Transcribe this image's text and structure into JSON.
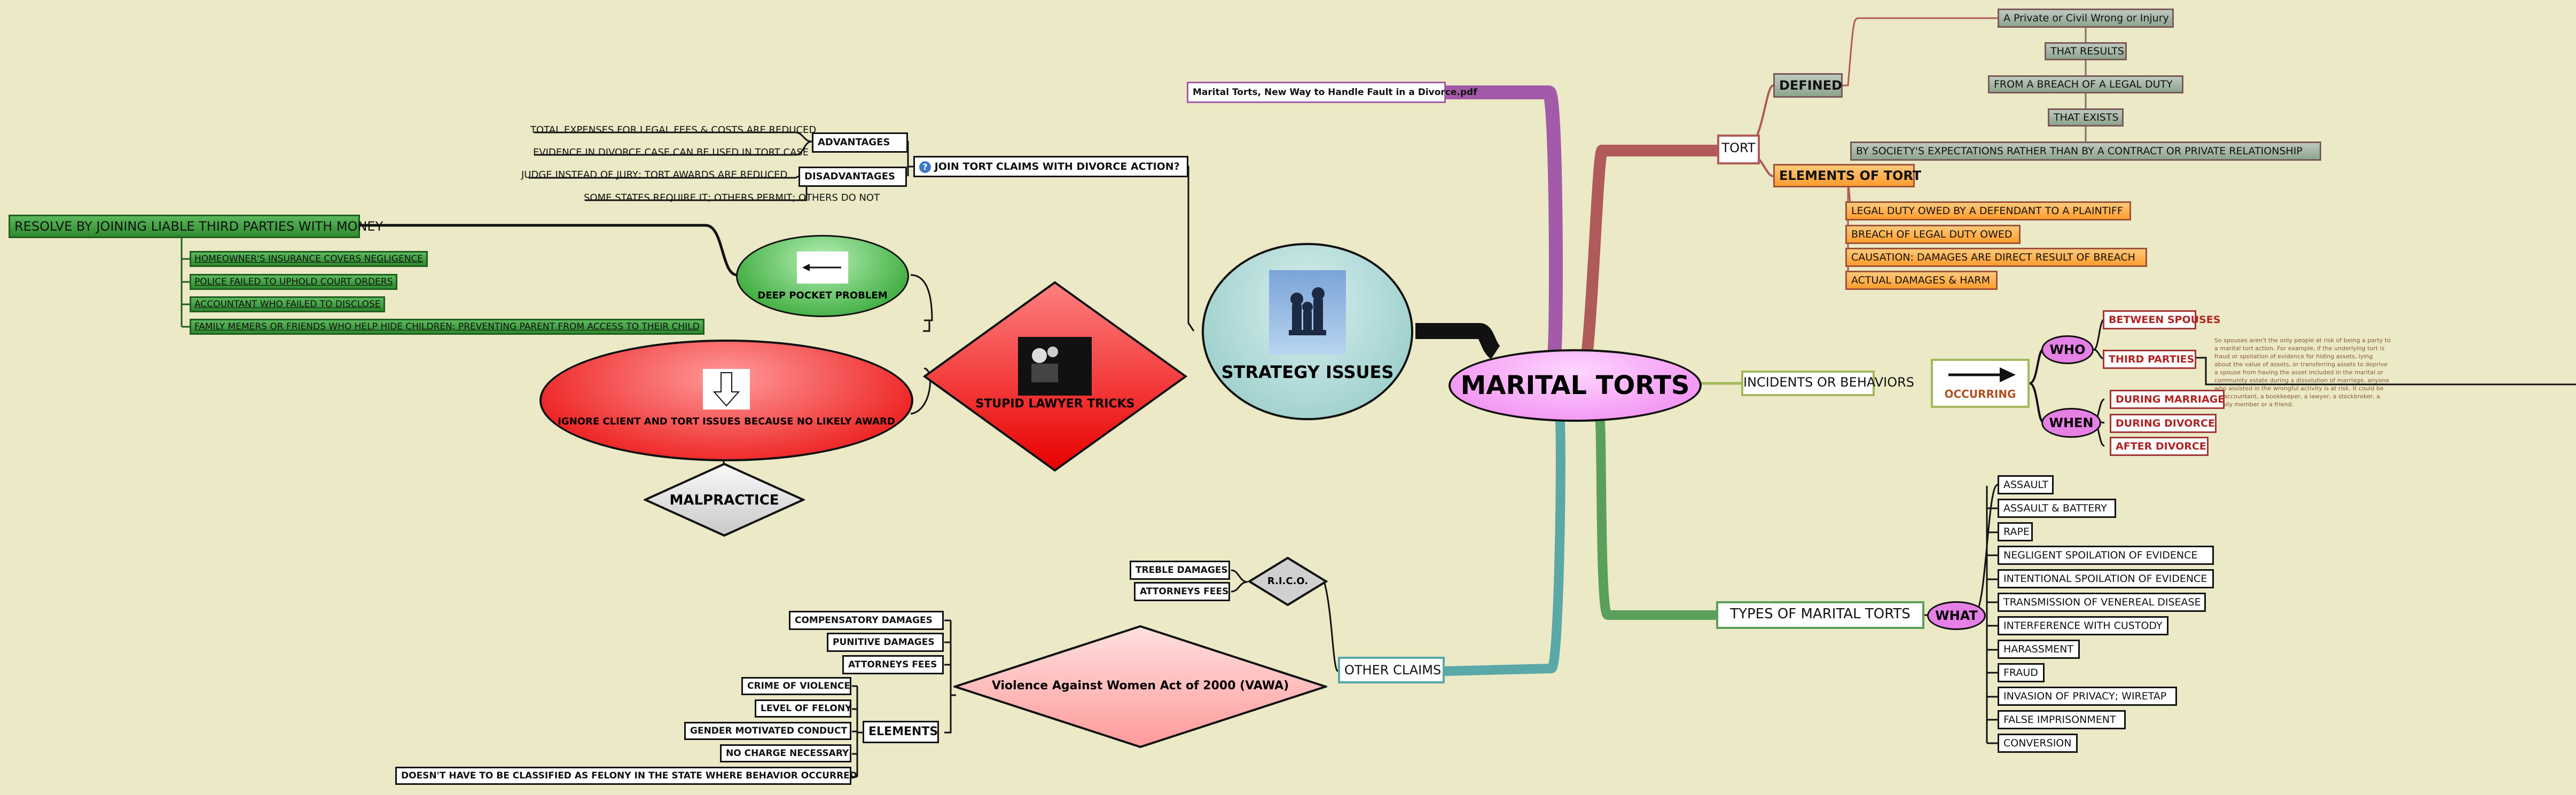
{
  "central": {
    "title": "MARITAL TORTS"
  },
  "strategy": {
    "label": "STRATEGY ISSUES",
    "icon": "chess-pieces-icon"
  },
  "attachment": {
    "label": "Marital Torts, New Way to Handle Fault in a Divorce.pdf"
  },
  "join_tort": {
    "question": "JOIN TORT CLAIMS WITH DIVORCE ACTION?",
    "advantages_label": "ADVANTAGES",
    "advantages": [
      "TOTAL EXPENSES FOR LEGAL FEES & COSTS ARE REDUCED",
      "EVIDENCE IN DIVORCE CASE CAN BE USED IN TORT CASE"
    ],
    "disadvantages_label": "DISADVANTAGES",
    "disadvantages": [
      "JUDGE INSTEAD OF JURY; TORT AWARDS ARE REDUCED"
    ],
    "states_note": "SOME STATES REQUIRE IT; OTHERS PERMIT; OTHERS DO NOT"
  },
  "stupid": {
    "label": "STUPID LAWYER TRICKS",
    "deep_pocket": "DEEP POCKET PROBLEM",
    "resolve": "RESOLVE BY JOINING LIABLE THIRD PARTIES WITH MONEY",
    "parties": [
      "HOMEOWNER'S INSURANCE COVERS NEGLIGENCE",
      "POLICE FAILED TO UPHOLD COURT ORDERS",
      "ACCOUNTANT WHO FAILED TO DISCLOSE",
      "FAMILY MEMERS OR FRIENDS WHO HELP HIDE CHILDREN; PREVENTING PARENT FROM ACCESS TO THEIR CHILD"
    ],
    "ignore": "IGNORE CLIENT AND TORT ISSUES BECAUSE NO LIKELY AWARD",
    "malpractice": "MALPRACTICE"
  },
  "other_claims": {
    "label": "OTHER CLAIMS",
    "rico": "R.I.C.O.",
    "rico_items": [
      "TREBLE DAMAGES",
      "ATTORNEYS FEES"
    ],
    "vawa": "Violence Against Women Act of 2000 (VAWA)",
    "vawa_items": [
      "COMPENSATORY DAMAGES",
      "PUNITIVE DAMAGES",
      "ATTORNEYS FEES"
    ],
    "elements_label": "ELEMENTS",
    "elements": [
      "CRIME OF VIOLENCE",
      "LEVEL OF FELONY",
      "GENDER MOTIVATED CONDUCT",
      "NO CHARGE NECESSARY",
      "DOESN'T HAVE TO BE CLASSIFIED AS FELONY IN THE STATE WHERE BEHAVIOR OCCURRED"
    ]
  },
  "tort": {
    "label": "TORT",
    "defined_label": "DEFINED",
    "defined": [
      "A Private or Civil Wrong or Injury",
      "THAT RESULTS",
      "FROM A BREACH OF A LEGAL DUTY",
      "THAT EXISTS",
      "BY SOCIETY'S EXPECTATIONS RATHER THAN BY A CONTRACT OR PRIVATE RELATIONSHIP"
    ],
    "elements_label": "ELEMENTS OF TORT",
    "elements": [
      "LEGAL DUTY OWED BY A DEFENDANT TO A PLAINTIFF",
      "BREACH OF LEGAL DUTY OWED",
      "CAUSATION: DAMAGES ARE DIRECT RESULT OF BREACH",
      "ACTUAL DAMAGES & HARM"
    ]
  },
  "incidents": {
    "label": "INCIDENTS OR BEHAVIORS",
    "occurring": "OCCURRING",
    "who_label": "WHO",
    "who": [
      "BETWEEN SPOUSES",
      "THIRD PARTIES"
    ],
    "third_party_note": "So spouses aren't the only people at risk of being a party to a marital tort action. For example, if the underlying tort is fraud or spoliation of evidence for hiding assets, lying about the value of assets, or transferring assets to deprive a spouse from having the asset included in the marital or community estate during a dissolution of marriage, anyone who assisted in the wrongful activity is at risk. It could be an accountant, a bookkeeper, a lawyer, a stockbroker, a family member or a friend.",
    "when_label": "WHEN",
    "when": [
      "DURING MARRIAGE",
      "DURING DIVORCE",
      "AFTER DIVORCE"
    ]
  },
  "types": {
    "label": "TYPES OF MARITAL TORTS",
    "what_label": "WHAT",
    "items": [
      "ASSAULT",
      "ASSAULT & BATTERY",
      "RAPE",
      "NEGLIGENT SPOILATION OF EVIDENCE",
      "INTENTIONAL SPOILATION OF EVIDENCE",
      "TRANSMISSION OF VENEREAL DISEASE",
      "INTERFERENCE WITH CUSTODY",
      "HARASSMENT",
      "FRAUD",
      "INVASION OF PRIVACY; WIRETAP",
      "FALSE IMPRISONMENT",
      "CONVERSION"
    ]
  },
  "colors": {
    "central": "#ee82ee",
    "tort_branch": "#b05a5a",
    "incidents_branch": "#a3b85a",
    "types_branch": "#5aa05a",
    "other_branch": "#5aa8a8",
    "attachment_branch": "#a35aa8"
  }
}
